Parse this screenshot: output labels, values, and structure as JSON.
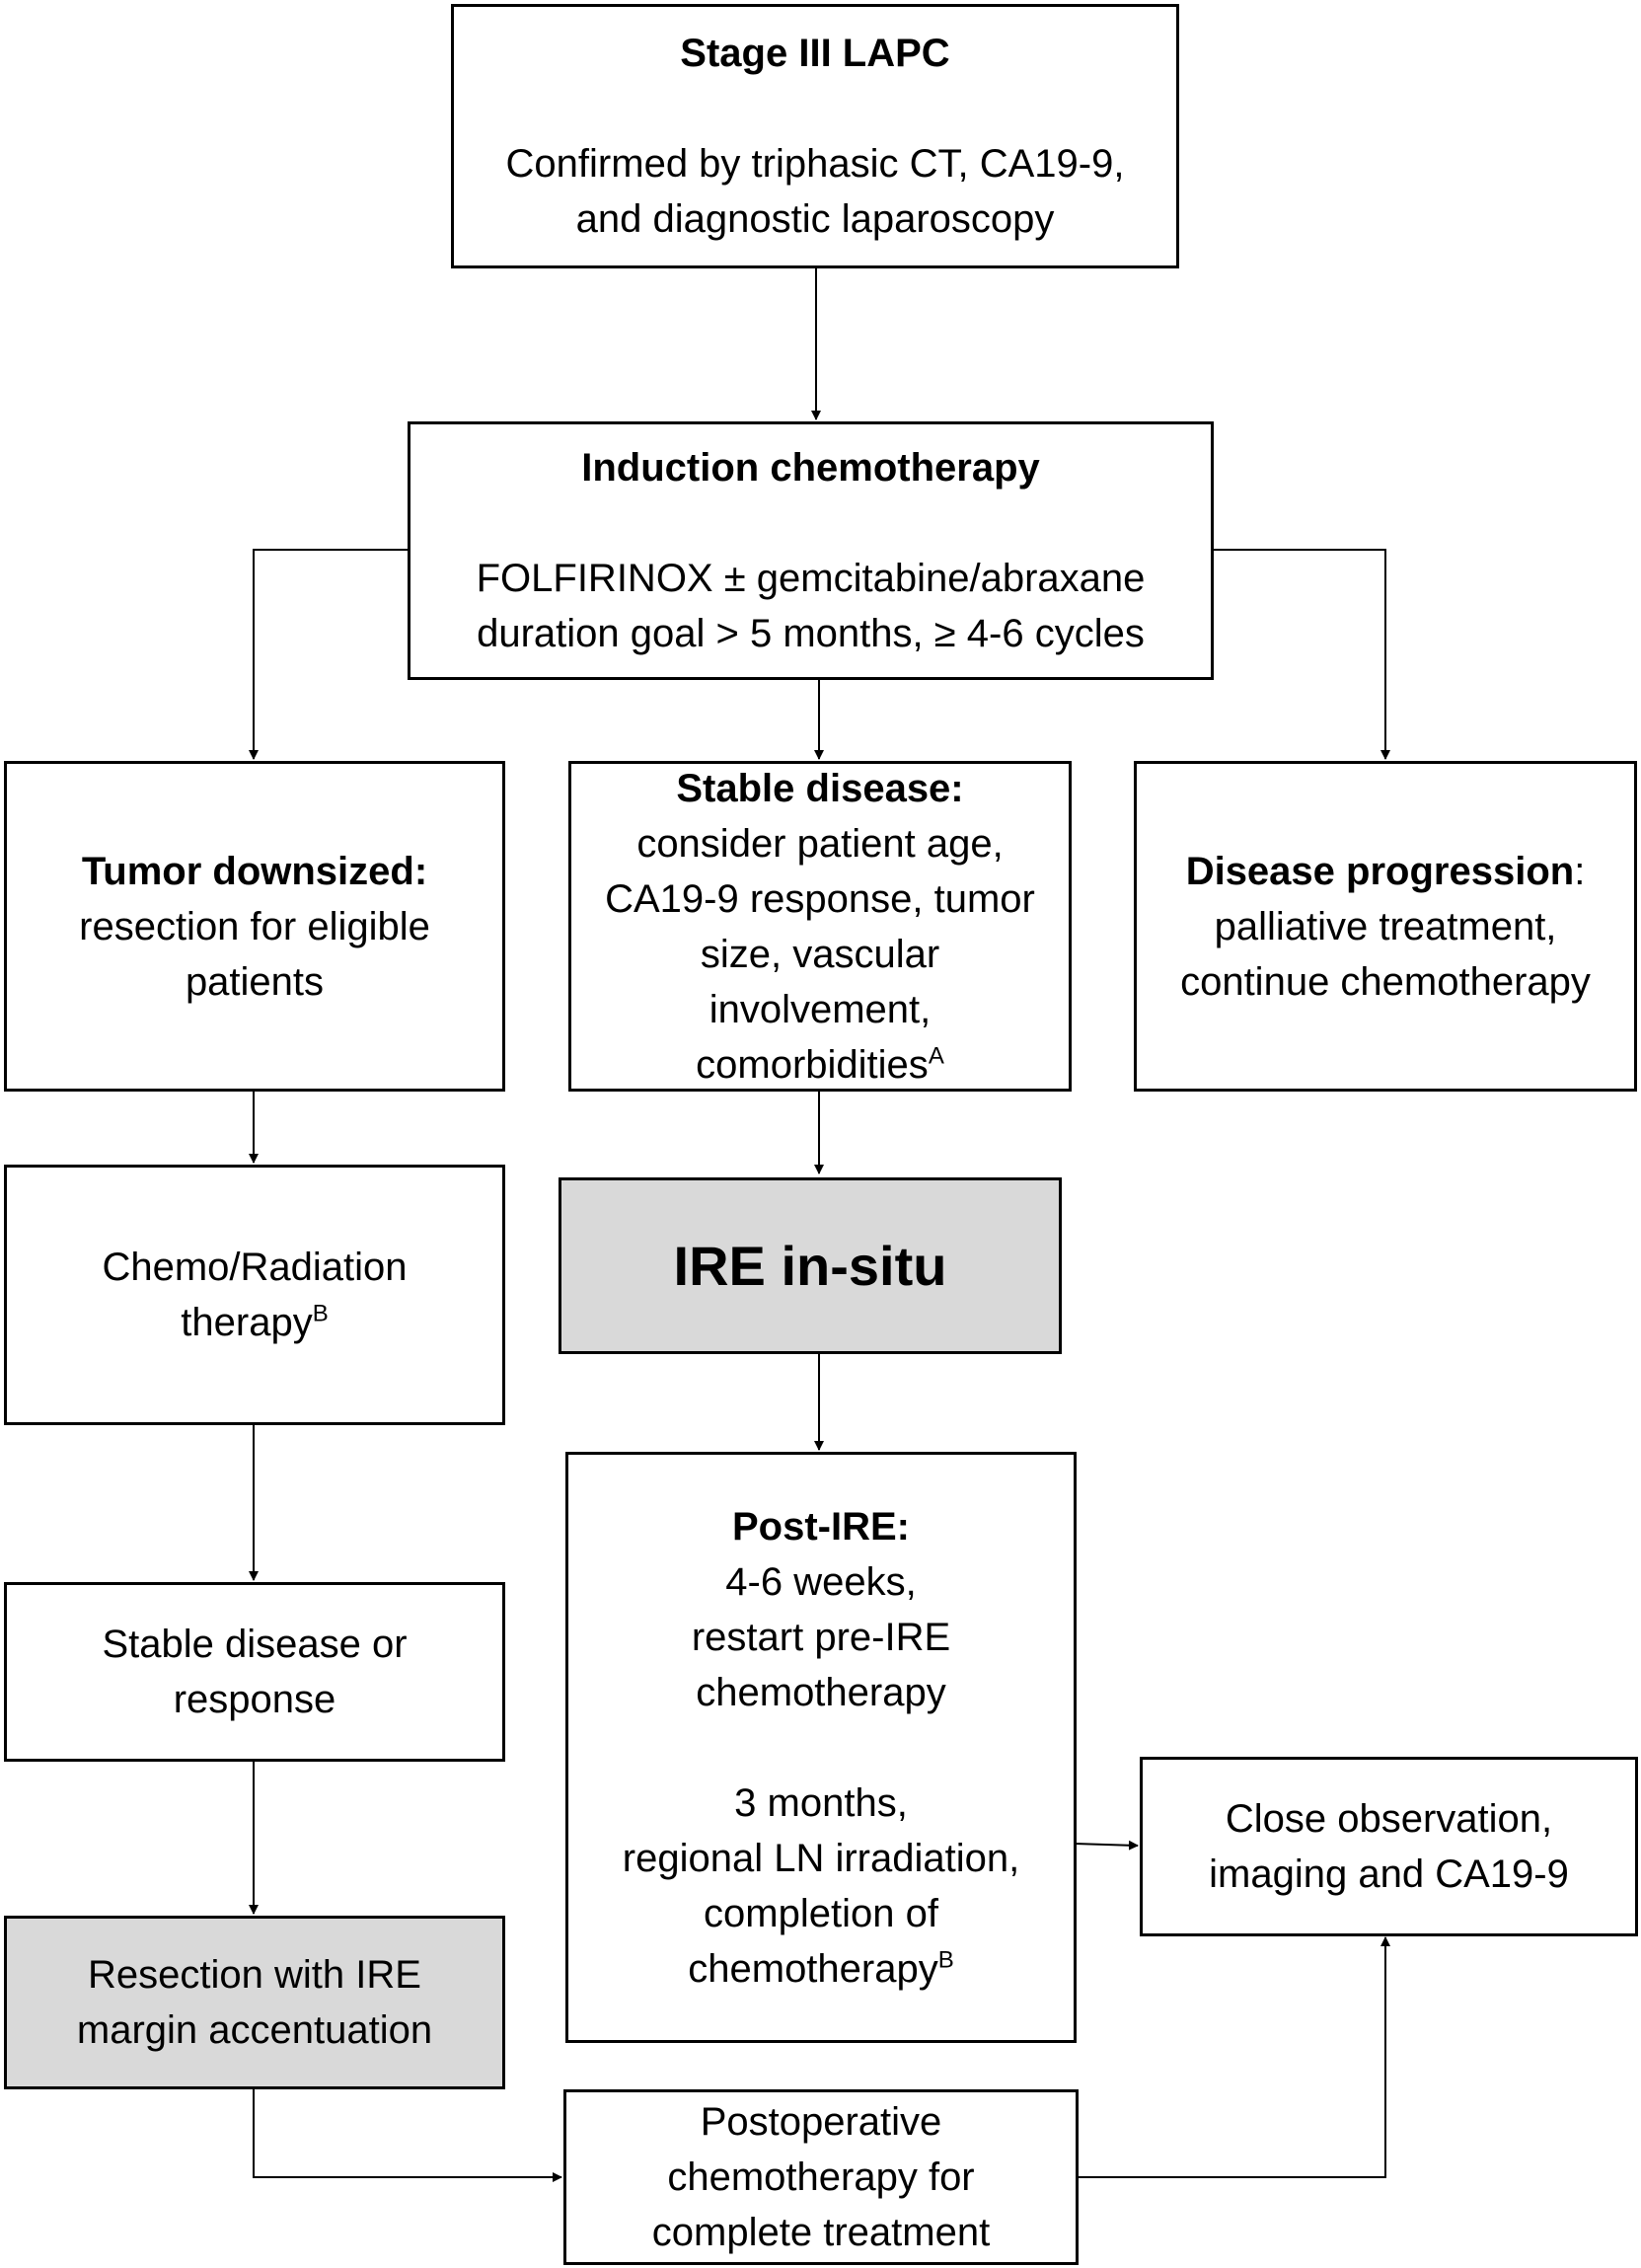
{
  "boxes": {
    "stage": {
      "title": "Stage III LAPC",
      "line1": "Confirmed by triphasic CT, CA19-9,",
      "line2": "and diagnostic laparoscopy"
    },
    "induction": {
      "title": "Induction chemotherapy",
      "line1": "FOLFIRINOX ± gemcitabine/abraxane",
      "line2": "duration goal > 5 months, ≥ 4-6 cycles"
    },
    "downsized": {
      "title": "Tumor downsized:",
      "line1": "resection for eligible",
      "line2": "patients"
    },
    "stable": {
      "title": "Stable disease:",
      "line1": "consider patient age,",
      "line2": "CA19-9 response, tumor",
      "line3": "size, vascular",
      "line4": "involvement,",
      "line5": "comorbidities",
      "sup": "A"
    },
    "progression": {
      "title": "Disease progression",
      "colon": ":",
      "line1": "palliative treatment,",
      "line2": "continue chemotherapy"
    },
    "chemorad": {
      "line1": "Chemo/Radiation",
      "line2": "therapy",
      "sup": "B"
    },
    "ire": {
      "title": "IRE in-situ"
    },
    "stable_resp": {
      "line1": "Stable disease or",
      "line2": "response"
    },
    "postire": {
      "title": "Post-IRE:",
      "line1": "4-6 weeks,",
      "line2": "restart pre-IRE",
      "line3": "chemotherapy",
      "line4": "3 months,",
      "line5": "regional LN irradiation,",
      "line6": "completion of",
      "line7": "chemotherapy",
      "sup": "B"
    },
    "resection": {
      "line1": "Resection with IRE",
      "line2": "margin accentuation"
    },
    "observation": {
      "line1": "Close observation,",
      "line2": "imaging and CA19-9"
    },
    "postop": {
      "line1": "Postoperative",
      "line2": "chemotherapy for",
      "line3": "complete treatment"
    }
  },
  "colors": {
    "stroke": "#000000",
    "fill": "#ffffff",
    "shaded_fill": "#d9d9d9"
  }
}
